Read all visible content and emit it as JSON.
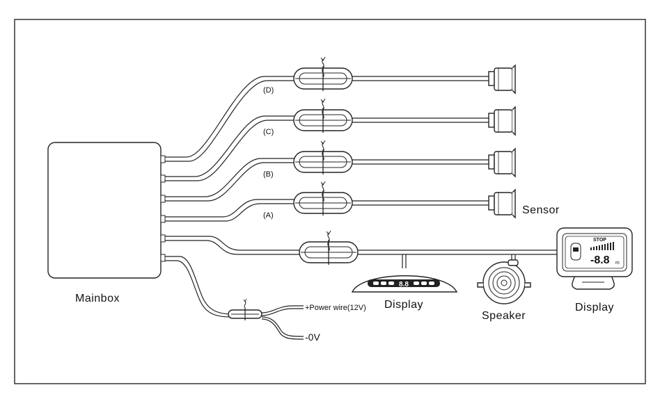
{
  "labels": {
    "mainbox": "Mainbox",
    "sensor": "Sensor",
    "display_bar": "Display",
    "speaker": "Speaker",
    "display_lcd": "Display",
    "power_wire": "+Power wire(12V)",
    "ground_wire": "-0V"
  },
  "channels": [
    "(D)",
    "(C)",
    "(B)",
    "(A)"
  ],
  "bar_display_digits": "8.8",
  "lcd": {
    "stop": "STOP",
    "digits": "-8.8",
    "unit": "m"
  },
  "colors": {
    "line": "#222222",
    "frame": "#333333",
    "background": "#ffffff"
  }
}
